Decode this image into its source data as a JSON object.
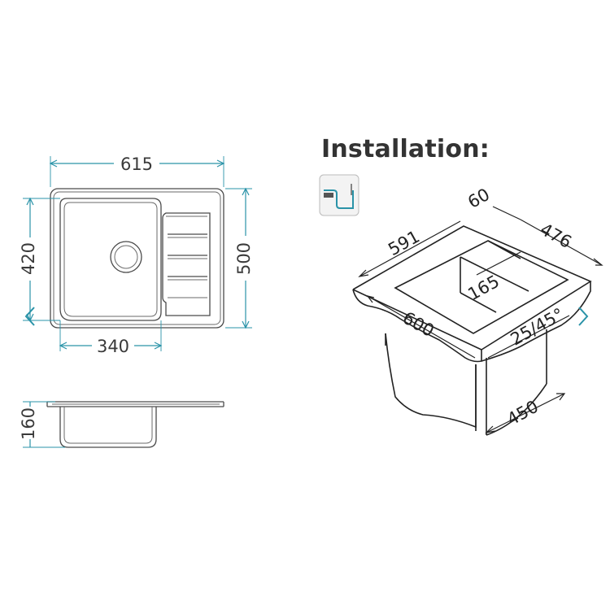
{
  "installation": {
    "heading": "Installation:",
    "mount_icon": "inset-mount-icon"
  },
  "top_view": {
    "width": "615",
    "depth_bowl": "420",
    "depth_total": "500",
    "bowl_width": "340"
  },
  "side_view": {
    "height": "160"
  },
  "install_view": {
    "frame_width": "591",
    "rim": "60",
    "frame_depth": "476",
    "bowl_depth": "165",
    "cabinet": "600",
    "angle": "25/45°",
    "cabinet_depth": "450"
  },
  "navigation": {
    "prev_icon": "chevron-left-icon",
    "next_icon": "chevron-right-icon"
  },
  "colors": {
    "dimension": "#2a93a8",
    "text": "#333333"
  }
}
